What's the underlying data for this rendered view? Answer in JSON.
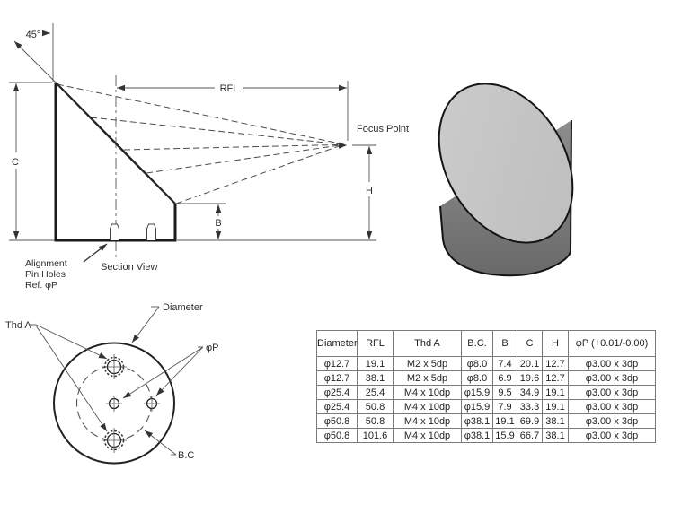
{
  "drawing": {
    "section": {
      "angle": "45°",
      "dim_c": "C",
      "dim_rfl": "RFL",
      "dim_b": "B",
      "dim_h": "H",
      "focus": "Focus Point",
      "note1": "Alignment",
      "note2": "Pin Holes",
      "note3": "Ref.  φP",
      "caption": "Section View"
    },
    "bottom": {
      "thd": "Thd A",
      "diameter": "Diameter",
      "pin": "φP",
      "bolt_circle": "B.C"
    },
    "colors": {
      "face_gray": "#c6c6c6",
      "body_gray_light": "#8d8d8d",
      "body_gray_dark": "#696969",
      "outline": "#141414",
      "thin_line": "#555555",
      "text": "#2e2e2e"
    }
  },
  "spec_table": {
    "headers": [
      "Diameter",
      "RFL",
      "Thd A",
      "B.C.",
      "B",
      "C",
      "H",
      "φP (+0.01/-0.00)"
    ],
    "rows": [
      [
        "φ12.7",
        "19.1",
        "M2 x 5dp",
        "φ8.0",
        "7.4",
        "20.1",
        "12.7",
        "φ3.00 x 3dp"
      ],
      [
        "φ12.7",
        "38.1",
        "M2 x 5dp",
        "φ8.0",
        "6.9",
        "19.6",
        "12.7",
        "φ3.00 x 3dp"
      ],
      [
        "φ25.4",
        "25.4",
        "M4 x 10dp",
        "φ15.9",
        "9.5",
        "34.9",
        "19.1",
        "φ3.00 x 3dp"
      ],
      [
        "φ25.4",
        "50.8",
        "M4 x 10dp",
        "φ15.9",
        "7.9",
        "33.3",
        "19.1",
        "φ3.00 x 3dp"
      ],
      [
        "φ50.8",
        "50.8",
        "M4 x 10dp",
        "φ38.1",
        "19.1",
        "69.9",
        "38.1",
        "φ3.00 x 3dp"
      ],
      [
        "φ50.8",
        "101.6",
        "M4 x 10dp",
        "φ38.1",
        "15.9",
        "66.7",
        "38.1",
        "φ3.00 x 3dp"
      ]
    ]
  }
}
